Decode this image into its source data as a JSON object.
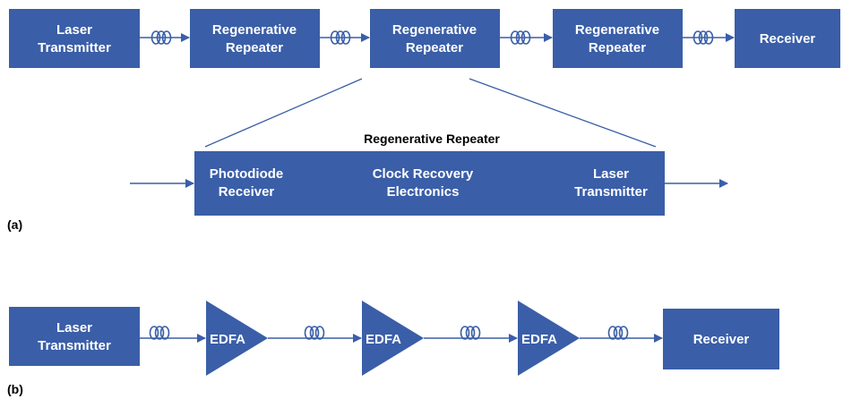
{
  "colors": {
    "box_fill": "#3a5ea8",
    "box_text": "#ffffff",
    "line": "#3a5ea8",
    "fiber": "#3a5ea8",
    "label_text": "#000000"
  },
  "panel_a": {
    "label": "(a)",
    "chain": [
      {
        "line1": "Laser",
        "line2": "Transmitter"
      },
      {
        "line1": "Regenerative",
        "line2": "Repeater"
      },
      {
        "line1": "Regenerative",
        "line2": "Repeater"
      },
      {
        "line1": "Regenerative",
        "line2": "Repeater"
      },
      {
        "line1": "Receiver",
        "line2": ""
      }
    ],
    "detail_title": "Regenerative Repeater",
    "detail_sections": [
      {
        "line1": "Photodiode",
        "line2": "Receiver"
      },
      {
        "line1": "Clock Recovery",
        "line2": "Electronics"
      },
      {
        "line1": "Laser",
        "line2": "Transmitter"
      }
    ]
  },
  "panel_b": {
    "label": "(b)",
    "transmitter": {
      "line1": "Laser",
      "line2": "Transmitter"
    },
    "amplifiers": [
      "EDFA",
      "EDFA",
      "EDFA"
    ],
    "receiver": {
      "line1": "Receiver",
      "line2": ""
    }
  }
}
